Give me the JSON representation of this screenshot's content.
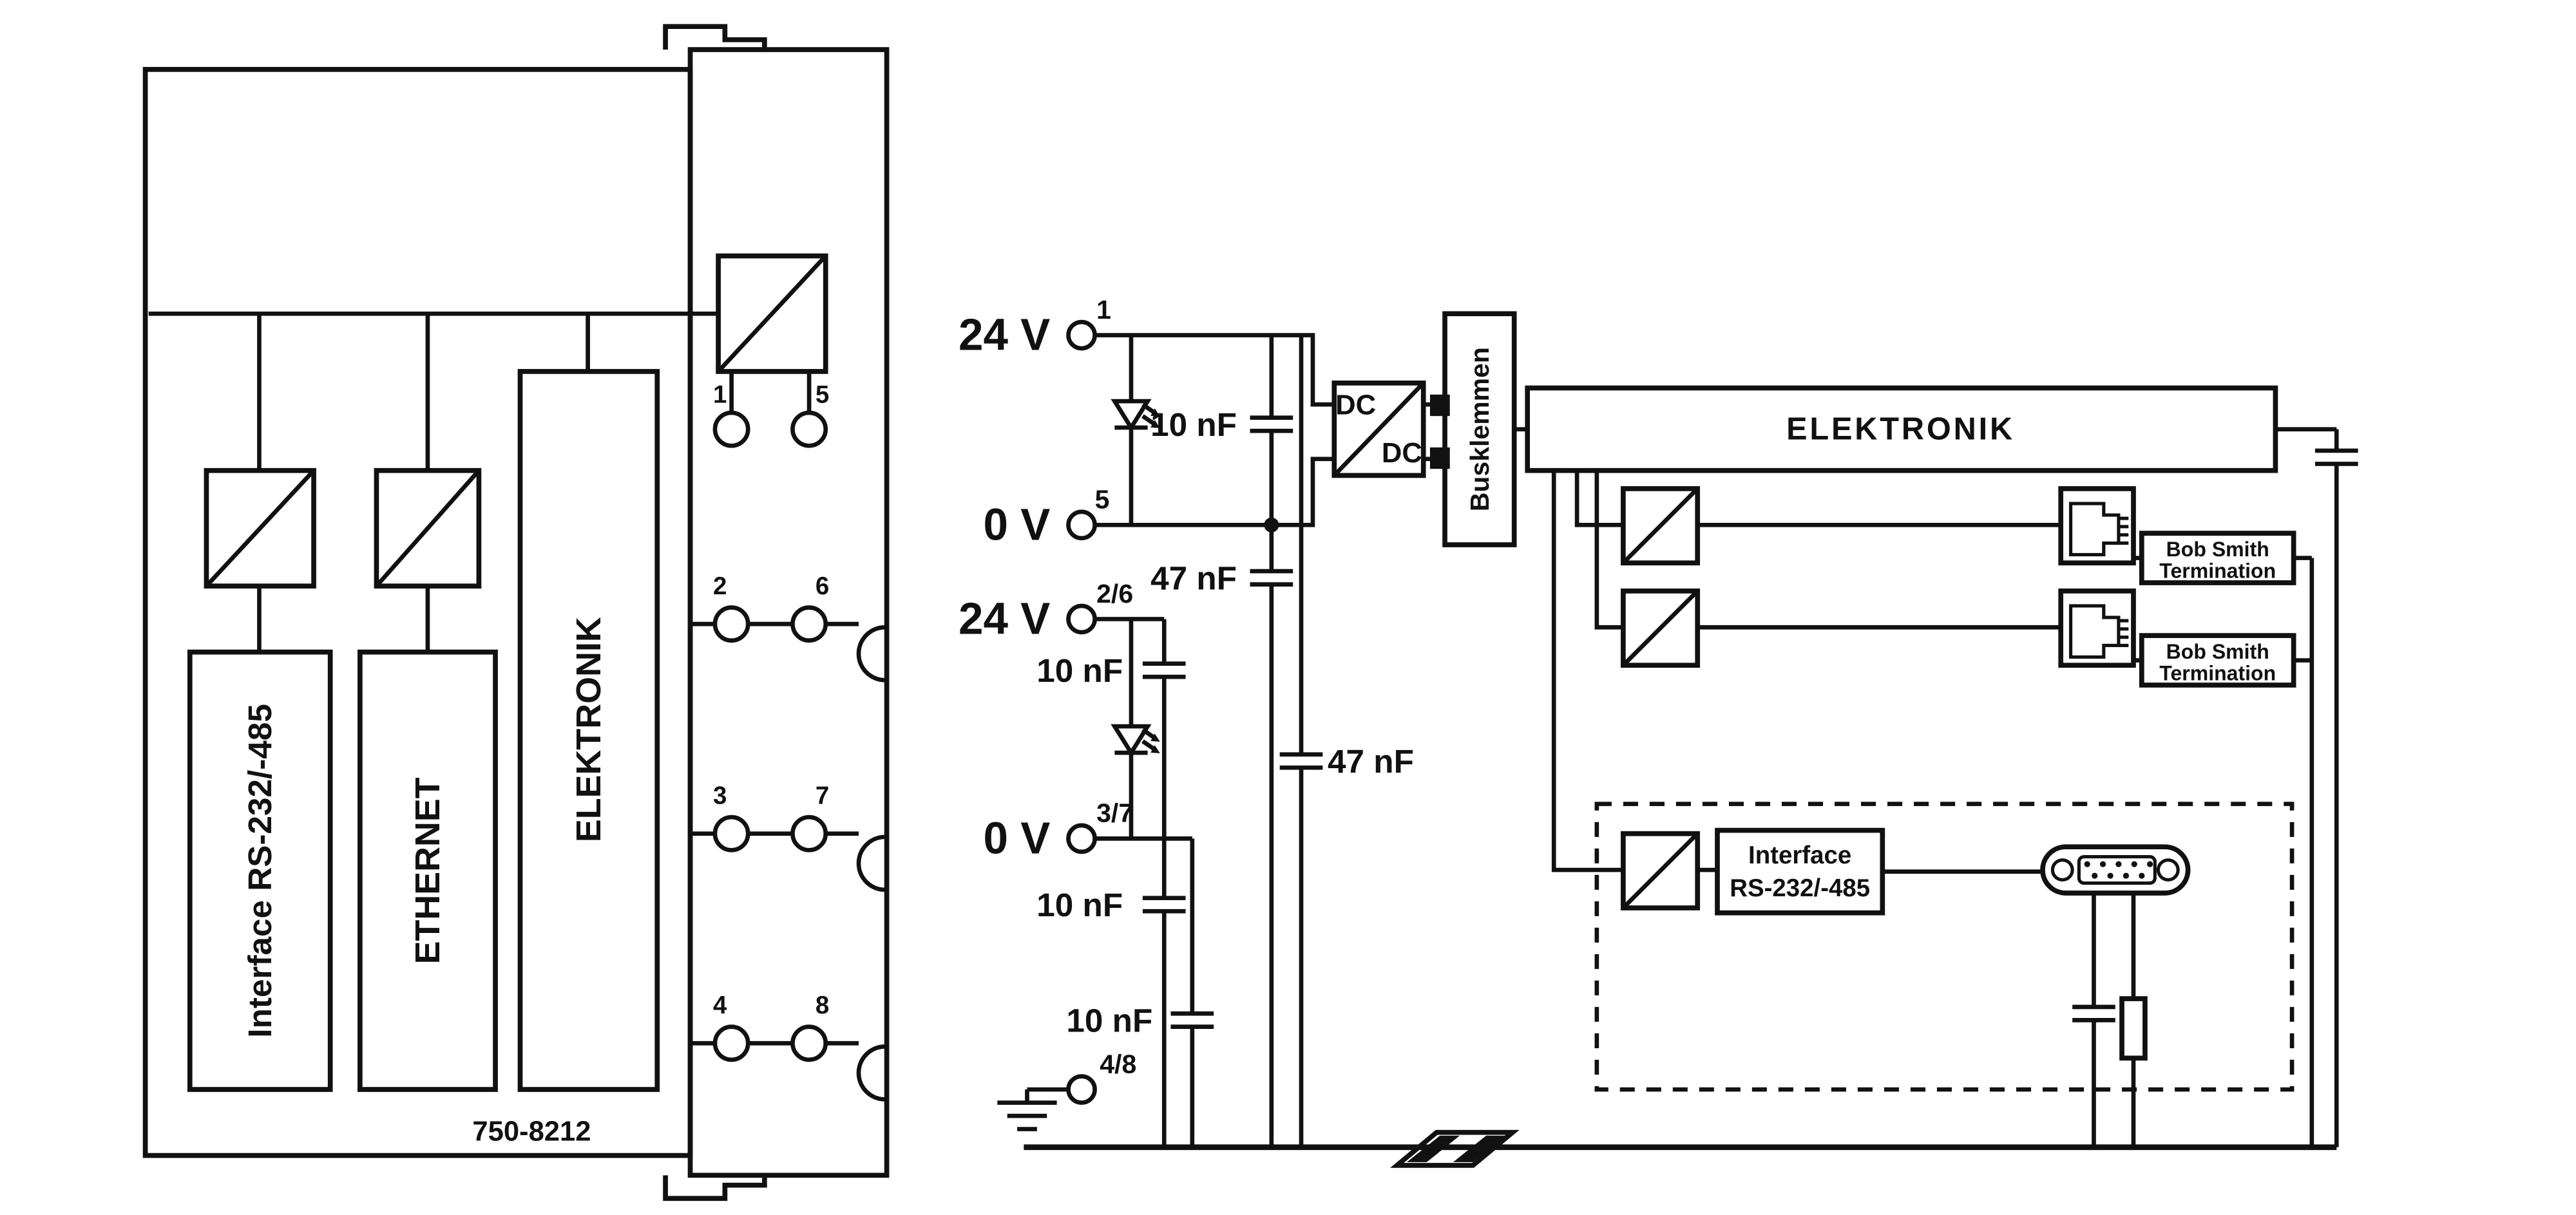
{
  "colors": {
    "background": "#ffffff",
    "line": "#111111"
  },
  "device": {
    "model": "750-8212",
    "block_interface": "Interface RS-232/-485",
    "block_ethernet": "ETHERNET",
    "block_elektronik": "ELEKTRONIK",
    "terminals": {
      "t1": "1",
      "t5": "5",
      "t2": "2",
      "t6": "6",
      "t3": "3",
      "t7": "7",
      "t4": "4",
      "t8": "8"
    }
  },
  "schematic": {
    "supply_system": {
      "v24": "24 V",
      "v0": "0 V",
      "pin_24": "1",
      "pin_0": "5",
      "cap_10nf": "10 nF",
      "cap_47nf_a": "47 nF",
      "cap_47nf_b": "47 nF"
    },
    "supply_field": {
      "v24": "24 V",
      "v0": "0 V",
      "pin_24": "2/6",
      "pin_0": "3/7",
      "pin_earth": "4/8",
      "cap_10nf_a": "10 nF",
      "cap_10nf_b": "10 nF",
      "cap_10nf_c": "10 nF"
    },
    "dcdc": {
      "label_top": "DC",
      "label_bottom": "DC"
    },
    "bus_label": "Busklemmen",
    "elektronik_label": "ELEKTRONIK",
    "bob_smith_1": {
      "line1": "Bob Smith",
      "line2": "Termination"
    },
    "bob_smith_2": {
      "line1": "Bob Smith",
      "line2": "Termination"
    },
    "serial": {
      "line1": "Interface",
      "line2": "RS-232/-485"
    }
  }
}
